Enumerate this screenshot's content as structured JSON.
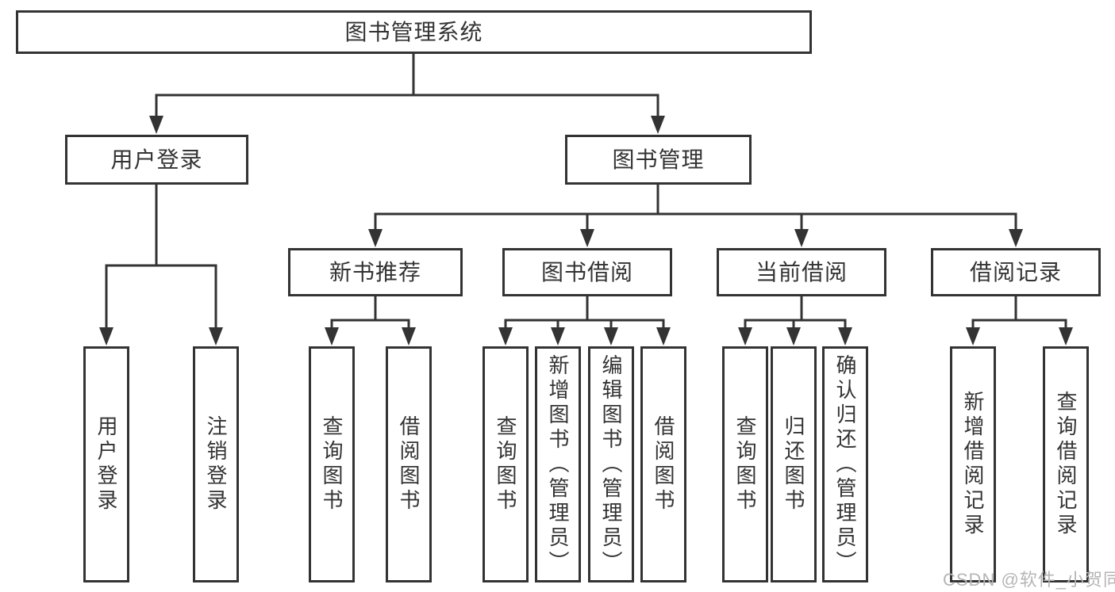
{
  "diagram": {
    "root": {
      "label": "图书管理系统"
    },
    "branches": [
      {
        "label": "用户登录",
        "children": [
          {
            "label": "用户登录"
          },
          {
            "label": "注销登录"
          }
        ]
      },
      {
        "label": "图书管理",
        "children": [
          {
            "label": "新书推荐",
            "children": [
              {
                "label": "查询图书"
              },
              {
                "label": "借阅图书"
              }
            ]
          },
          {
            "label": "图书借阅",
            "children": [
              {
                "label": "查询图书"
              },
              {
                "label": "新增图书（管理员）"
              },
              {
                "label": "编辑图书（管理员）"
              },
              {
                "label": "借阅图书"
              }
            ]
          },
          {
            "label": "当前借阅",
            "children": [
              {
                "label": "查询图书"
              },
              {
                "label": "归还图书"
              },
              {
                "label": "确认归还（管理员）"
              }
            ]
          },
          {
            "label": "借阅记录",
            "children": [
              {
                "label": "新增借阅记录"
              },
              {
                "label": "查询借阅记录"
              }
            ]
          }
        ]
      }
    ]
  },
  "watermark": {
    "text": "CSDN @软件_小贺同学"
  },
  "colors": {
    "line": "#333333",
    "box_border": "#333333",
    "text": "#333333",
    "watermark": "#b5b5b5",
    "background": "#ffffff"
  }
}
